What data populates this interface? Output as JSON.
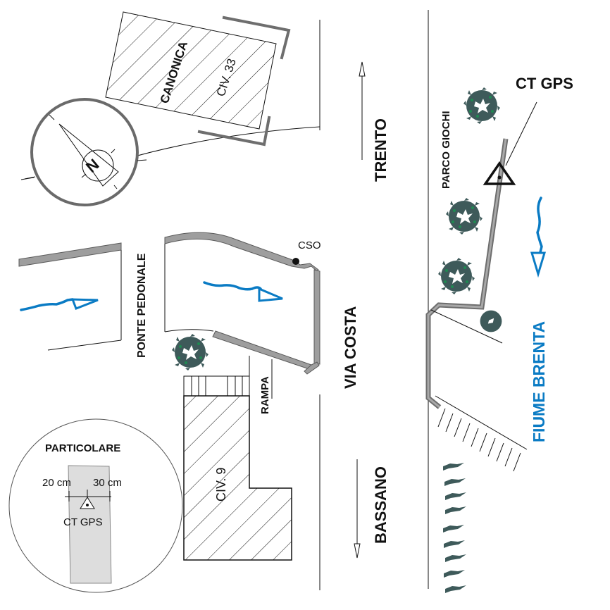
{
  "map": {
    "title": "Planimetria CT GPS - Via Costa",
    "colors": {
      "water": "#0a7bc4",
      "wall": "#9e9e9e",
      "tree": "#3e5a5a",
      "ink": "#111111",
      "inset_fill": "#dddddd"
    }
  },
  "labels": {
    "canonica": "CANONICA",
    "civ33": "CIV. 33",
    "trento": "TRENTO",
    "parco_giochi": "PARCO GIOCHI",
    "ct_gps": "CT GPS",
    "cso": "CSO",
    "ponte_pedonale": "PONTE PEDONALE",
    "via_costa": "VIA COSTA",
    "rampa": "RAMPA",
    "civ9": "CIV. 9",
    "bassano": "BASSANO",
    "fiume_brenta": "FIUME BRENTA"
  },
  "compass": {
    "north_letter": "N",
    "icon": "north-arrow-icon"
  },
  "inset": {
    "title": "PARTICOLARE",
    "left_dist": "20 cm",
    "right_dist": "30 cm",
    "marker_label": "CT GPS",
    "icon": "survey-point-triangle-icon"
  },
  "directions": {
    "north": {
      "label": "TRENTO",
      "icon": "arrow-up-icon"
    },
    "south": {
      "label": "BASSANO",
      "icon": "arrow-down-icon"
    }
  }
}
